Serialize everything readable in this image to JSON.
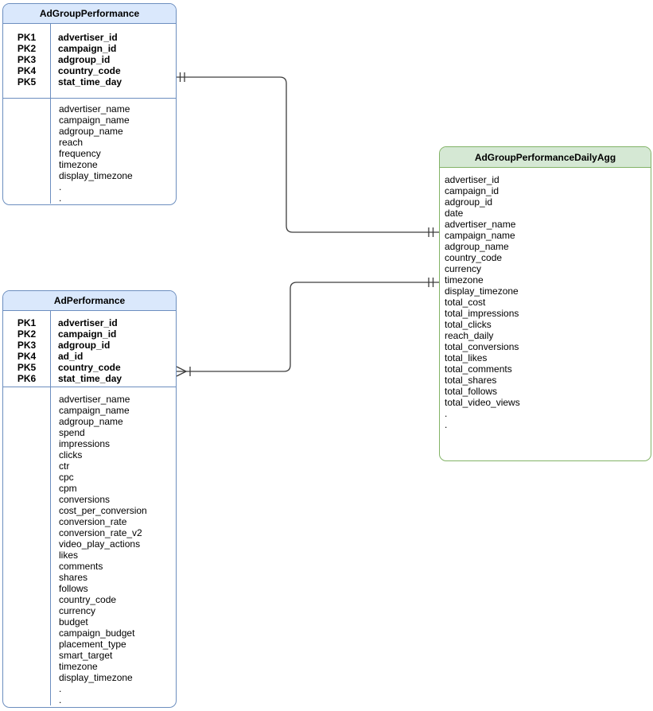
{
  "diagram": {
    "type": "entity-relationship",
    "colors": {
      "blue_header_fill": "#dae8fc",
      "blue_border": "#6c8ebf",
      "green_header_fill": "#d5e8d4",
      "green_border": "#82b366",
      "connector_line": "#3d3d3d",
      "background": "#ffffff"
    },
    "tables": [
      {
        "title": "AdGroupPerformance",
        "theme": "blue",
        "primary_keys": [
          {
            "key": "PK1",
            "field": "advertiser_id"
          },
          {
            "key": "PK2",
            "field": "campaign_id"
          },
          {
            "key": "PK3",
            "field": "adgroup_id"
          },
          {
            "key": "PK4",
            "field": "country_code"
          },
          {
            "key": "PK5",
            "field": "stat_time_day"
          }
        ],
        "fields": [
          "advertiser_name",
          "campaign_name",
          "adgroup_name",
          "reach",
          "frequency",
          "timezone",
          "display_timezone",
          ".",
          "."
        ]
      },
      {
        "title": "AdPerformance",
        "theme": "blue",
        "primary_keys": [
          {
            "key": "PK1",
            "field": "advertiser_id"
          },
          {
            "key": "PK2",
            "field": "campaign_id"
          },
          {
            "key": "PK3",
            "field": "adgroup_id"
          },
          {
            "key": "PK4",
            "field": "ad_id"
          },
          {
            "key": "PK5",
            "field": "country_code"
          },
          {
            "key": "PK6",
            "field": "stat_time_day"
          }
        ],
        "fields": [
          "advertiser_name",
          "campaign_name",
          "adgroup_name",
          "spend",
          "impressions",
          "clicks",
          "ctr",
          "cpc",
          "cpm",
          "conversions",
          "cost_per_conversion",
          "conversion_rate",
          "conversion_rate_v2",
          "video_play_actions",
          "likes",
          "comments",
          "shares",
          "follows",
          "country_code",
          "currency",
          "budget",
          "campaign_budget",
          "placement_type",
          "smart_target",
          "timezone",
          "display_timezone",
          ".",
          "."
        ]
      },
      {
        "title": "AdGroupPerformanceDailyAgg",
        "theme": "green",
        "primary_keys": [],
        "fields": [
          "advertiser_id",
          "campaign_id",
          "adgroup_id",
          "date",
          "advertiser_name",
          "campaign_name",
          "adgroup_name",
          "country_code",
          "currency",
          "timezone",
          "display_timezone",
          "total_cost",
          "total_impressions",
          "total_clicks",
          "reach_daily",
          "total_conversions",
          "total_likes",
          "total_comments",
          "total_shares",
          "total_follows",
          "total_video_views",
          ".",
          "."
        ]
      }
    ],
    "relationships": [
      {
        "from": "AdGroupPerformance",
        "to": "AdGroupPerformanceDailyAgg",
        "from_cardinality": "one-and-only-one",
        "to_cardinality": "one-and-only-one"
      },
      {
        "from": "AdPerformance",
        "to": "AdGroupPerformanceDailyAgg",
        "from_cardinality": "one-or-many",
        "to_cardinality": "one-and-only-one"
      }
    ]
  }
}
